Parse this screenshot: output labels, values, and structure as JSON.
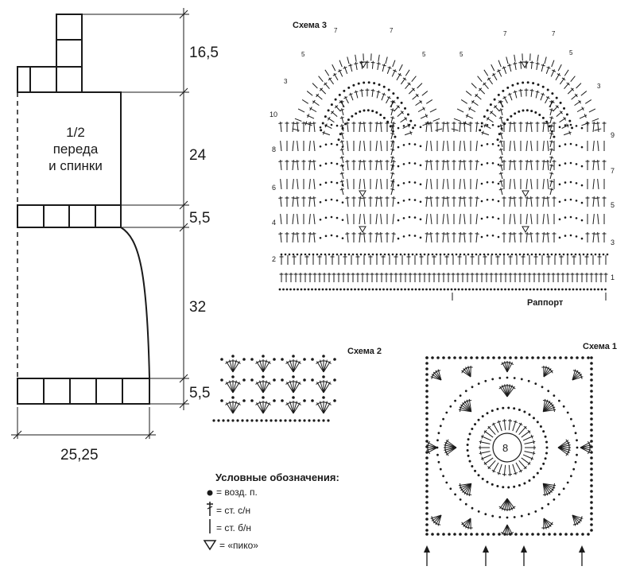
{
  "pattern": {
    "panel_label": [
      "1/2",
      "переда",
      "и спинки"
    ],
    "dimensions": {
      "collar_height": "16,5",
      "yoke_height": "24",
      "upper_band_height": "5,5",
      "body_length": "32",
      "lower_band_height": "5,5",
      "width": "25,25"
    }
  },
  "schemes": {
    "scheme3": {
      "title": "Схема 3",
      "repeat_label": "Раппорт",
      "row_numbers_left": [
        "10",
        "8",
        "6",
        "4",
        "2"
      ],
      "row_numbers_right": [
        "9",
        "7",
        "5",
        "3",
        "1"
      ],
      "picot_counts": [
        "3",
        "5",
        "7",
        "7",
        "5",
        "5",
        "7",
        "7",
        "5",
        "3"
      ]
    },
    "scheme2": {
      "title": "Схема 2"
    },
    "scheme1": {
      "title": "Схема 1",
      "center_label": "8"
    }
  },
  "legend": {
    "title": "Условные обозначения:",
    "items": [
      {
        "icon": "chain-dot-icon",
        "text": "= возд. п."
      },
      {
        "icon": "double-crochet-icon",
        "text": "= ст. с/н"
      },
      {
        "icon": "single-crochet-icon",
        "text": "= ст. б/н"
      },
      {
        "icon": "picot-icon",
        "text": "= «пико»"
      }
    ]
  },
  "colors": {
    "ink": "#1a1a1a",
    "paper": "#ffffff"
  }
}
